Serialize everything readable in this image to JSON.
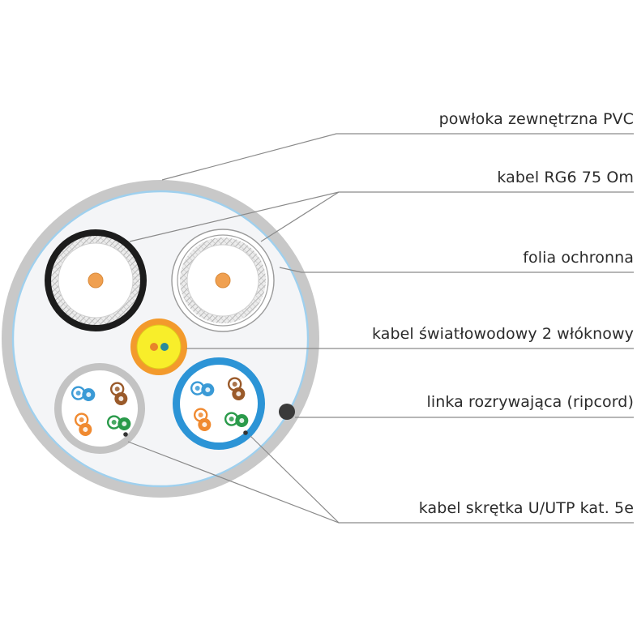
{
  "labels": {
    "outer_jacket": "powłoka zewnętrzna PVC",
    "coax": "kabel RG6 75 Om",
    "foil": "folia ochronna",
    "fiber": "kabel światłowodowy 2 włóknowy",
    "ripcord": "linka rozrywająca (ripcord)",
    "twisted_pair": "kabel skrętka U/UTP kat. 5e"
  },
  "colors": {
    "jacket": "#c8c8c8",
    "inner_fill": "#f4f5f7",
    "foil": "#9fd0ee",
    "coax_black": "#1c1c1c",
    "coax_white": "#ffffff",
    "coax_core": "#f0a050",
    "fiber_jacket": "#f39a2c",
    "fiber_buffer": "#f8ee2a",
    "utp_gray": "#c3c3c3",
    "utp_blue": "#2c94d6",
    "ripcord": "#3a3a3a"
  },
  "pair_icons": [
    "blue-pair-icon",
    "brown-pair-icon",
    "orange-pair-icon",
    "green-pair-icon"
  ]
}
